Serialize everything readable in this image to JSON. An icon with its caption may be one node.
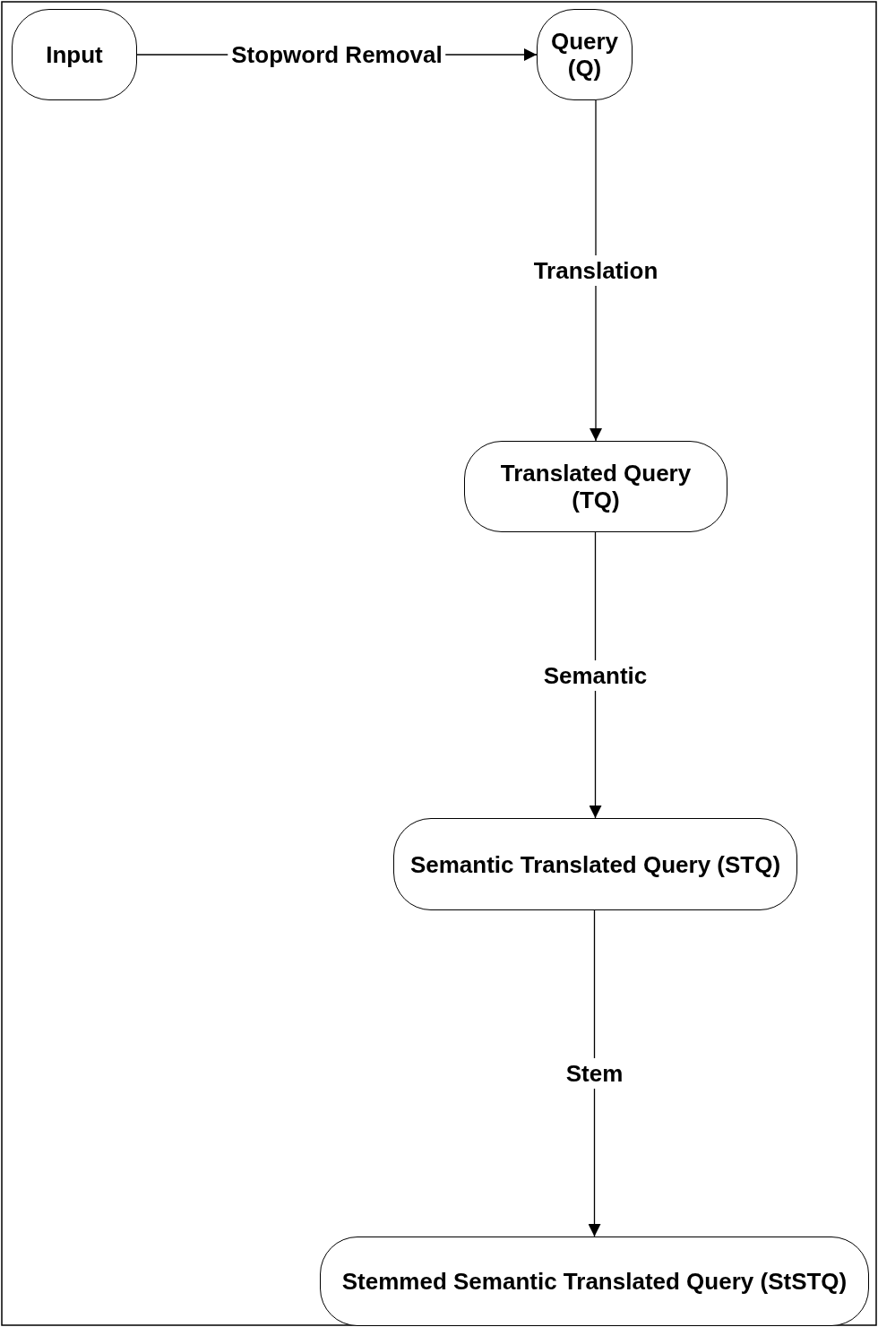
{
  "diagram": {
    "nodes": [
      {
        "text": [
          "Input"
        ]
      },
      {
        "text": [
          "Query (Q)"
        ]
      },
      {
        "text": [
          "Translated Query (TQ)"
        ]
      },
      {
        "text": [
          "Semantic Translated Query (STQ)"
        ]
      },
      {
        "text": [
          "Stemmed Semantic Translated Query (StSTQ)"
        ]
      }
    ],
    "edges": [
      {
        "from": 0,
        "to": 1,
        "arrow": "to",
        "label": "Stopword Removal"
      },
      {
        "from": 1,
        "to": 2,
        "arrow": "to",
        "label": "Translation"
      },
      {
        "from": 2,
        "to": 3,
        "arrow": "to",
        "label": "Semantic"
      },
      {
        "from": 3,
        "to": 4,
        "arrow": "to",
        "label": "Stem"
      }
    ]
  }
}
